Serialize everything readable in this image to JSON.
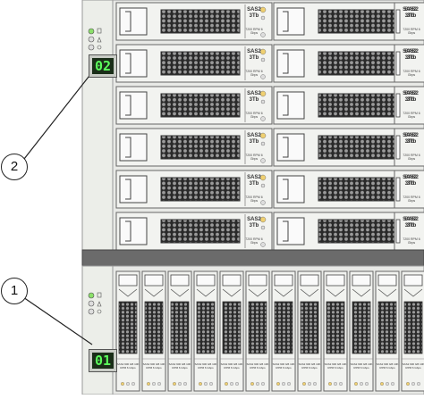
{
  "callouts": [
    "1",
    "2"
  ],
  "top_shelf": {
    "id_display": "02"
  },
  "bottom_shelf": {
    "id_display": "01"
  },
  "drive_label": {
    "l1": "SAS2",
    "l2": "3Tb",
    "spec": "7200 RPM 6 Gbps"
  },
  "small_drive_label": "SAS2 900 GB 10K RPM 6 Gbps",
  "colors": {
    "chassis": "#e8e9e6",
    "divider": "#6b6b6b",
    "display_bg": "#1a2e18",
    "display_text": "#5cff5c",
    "led_green": "#8be06a",
    "led_amber": "#f0d070"
  }
}
